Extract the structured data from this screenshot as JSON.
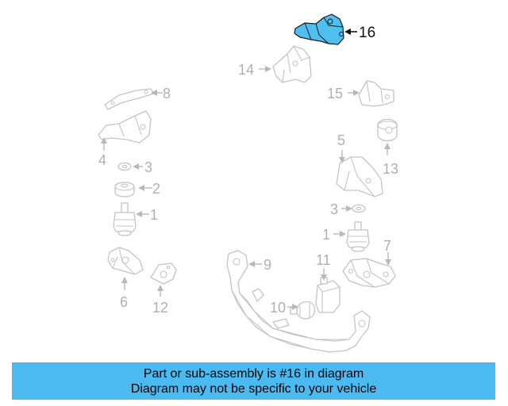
{
  "diagram": {
    "highlighted_part": "16",
    "callouts": {
      "c1_left": "1",
      "c1_right": "1",
      "c2": "2",
      "c3_left": "3",
      "c3_right": "3",
      "c4": "4",
      "c5": "5",
      "c6": "6",
      "c7": "7",
      "c8": "8",
      "c9": "9",
      "c10": "10",
      "c11": "11",
      "c12": "12",
      "c13": "13",
      "c14": "14",
      "c15": "15",
      "c16": "16"
    },
    "colors": {
      "highlight_fill": "#4ebfee",
      "line_gray": "#c4c4c4",
      "label_gray": "#b0b0b0",
      "banner": "#4bbaf1"
    }
  },
  "banner": {
    "line1": "Part or sub-assembly is #16 in diagram",
    "line2": "Diagram may not be specific to your vehicle"
  }
}
